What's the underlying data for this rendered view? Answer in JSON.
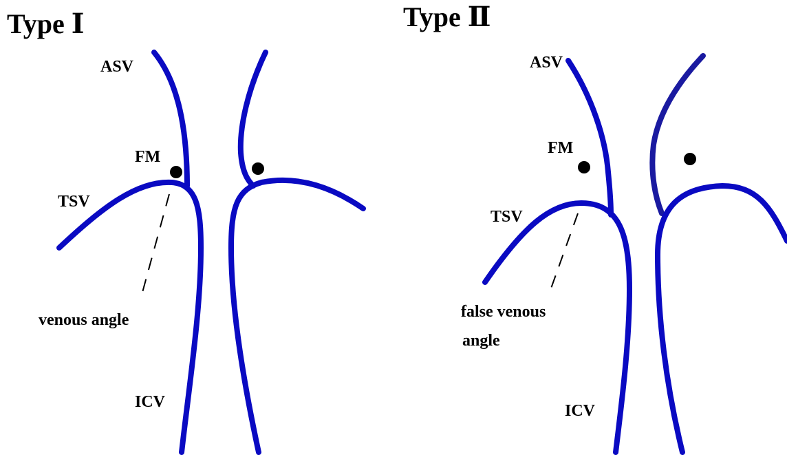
{
  "panels": [
    {
      "title": "Type Ⅰ",
      "labels": {
        "asv": "ASV",
        "fm": "FM",
        "tsv": "TSV",
        "icv": "ICV",
        "angle_line1": "venous angle"
      }
    },
    {
      "title": "Type Ⅱ",
      "labels": {
        "asv": "ASV",
        "fm": "FM",
        "tsv": "TSV",
        "icv": "ICV",
        "angle_line1": "false venous",
        "angle_line2": "angle"
      }
    }
  ],
  "colors": {
    "vein": "#0a0ac2",
    "vein_dark": "#1a1aa0",
    "dot": "#000000",
    "text": "#000000"
  }
}
